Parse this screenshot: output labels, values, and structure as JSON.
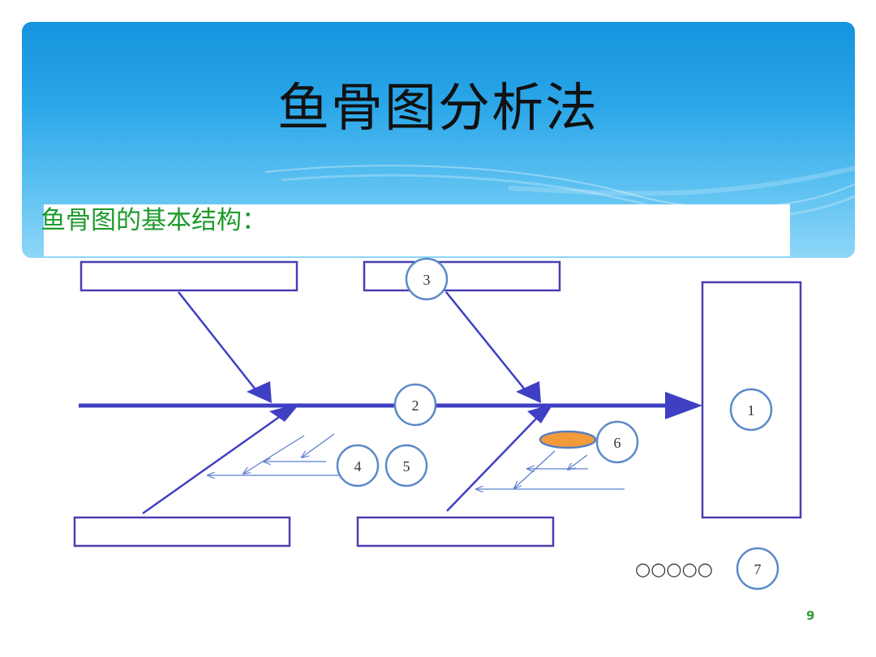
{
  "slide": {
    "title": "鱼骨图分析法",
    "subtitle": "鱼骨图的基本结构：",
    "page_number": "9"
  },
  "diagram": {
    "markers": [
      {
        "id": "head",
        "label": "1"
      },
      {
        "id": "spine",
        "label": "2"
      },
      {
        "id": "major-bone",
        "label": "3"
      },
      {
        "id": "middle-bone",
        "label": "4"
      },
      {
        "id": "small-bone",
        "label": "5"
      },
      {
        "id": "cause-oval",
        "label": "6"
      },
      {
        "id": "legend",
        "label": "7"
      }
    ],
    "legend_symbols": "○○○○○"
  },
  "colors": {
    "line": "#3f3fc4",
    "thin_arrow": "#5b7fd0",
    "box_border": "#4a3fb0",
    "circle_border": "#5a8ac8",
    "oval_fill": "#f39a3a",
    "oval_border": "#5a7ec0",
    "subtitle": "#1e9b2c",
    "page_number": "#2e9b3a"
  }
}
